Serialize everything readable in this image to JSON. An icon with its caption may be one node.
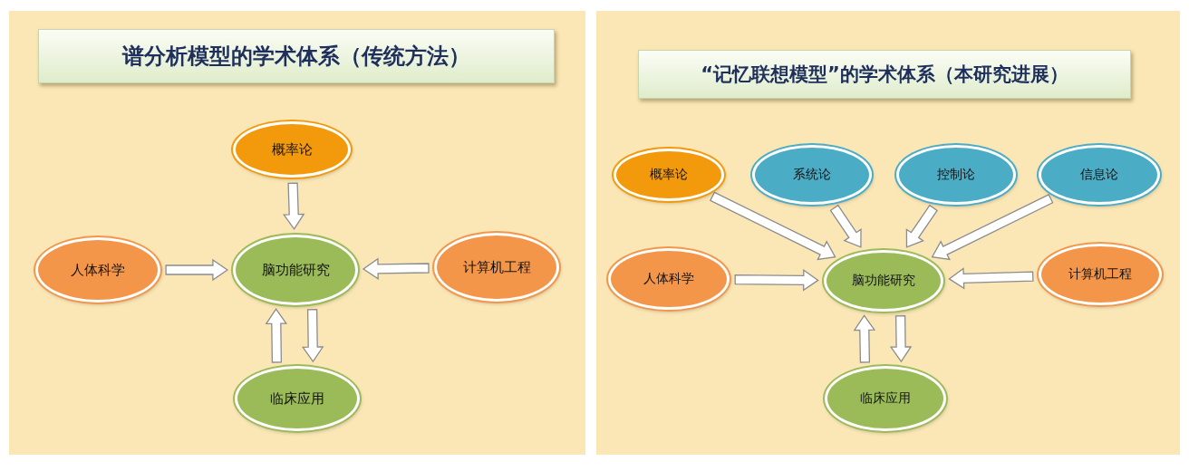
{
  "diagram": {
    "nodes": [
      {
        "text": [
          "谱分析模型的学术体系（传统方法）"
        ]
      },
      {
        "text": [
          "概率论"
        ]
      },
      {
        "text": [
          "人体科学"
        ]
      },
      {
        "text": [
          "脑功能研究"
        ]
      },
      {
        "text": [
          "计算机工程"
        ]
      },
      {
        "text": [
          "临床应用"
        ]
      },
      {
        "text": [
          "“记忆联想模型”的学术体系（本研究进展）"
        ]
      },
      {
        "text": [
          "概率论"
        ]
      },
      {
        "text": [
          "系统论"
        ]
      },
      {
        "text": [
          "控制论"
        ]
      },
      {
        "text": [
          "信息论"
        ]
      },
      {
        "text": [
          "人体科学"
        ]
      },
      {
        "text": [
          "脑功能研究"
        ]
      },
      {
        "text": [
          "计算机工程"
        ]
      },
      {
        "text": [
          "临床应用"
        ]
      }
    ],
    "edges": [
      {
        "from": 1,
        "to": 3,
        "arrow": "to"
      },
      {
        "from": 2,
        "to": 3,
        "arrow": "to"
      },
      {
        "from": 4,
        "to": 3,
        "arrow": "to"
      },
      {
        "from": 3,
        "to": 5,
        "arrow": "to"
      },
      {
        "from": 5,
        "to": 3,
        "arrow": "to"
      },
      {
        "from": 7,
        "to": 12,
        "arrow": "to"
      },
      {
        "from": 8,
        "to": 12,
        "arrow": "to"
      },
      {
        "from": 9,
        "to": 12,
        "arrow": "to"
      },
      {
        "from": 10,
        "to": 12,
        "arrow": "to"
      },
      {
        "from": 11,
        "to": 12,
        "arrow": "to"
      },
      {
        "from": 13,
        "to": 12,
        "arrow": "to"
      },
      {
        "from": 12,
        "to": 14,
        "arrow": "to"
      },
      {
        "from": 14,
        "to": 12,
        "arrow": "to"
      }
    ]
  }
}
